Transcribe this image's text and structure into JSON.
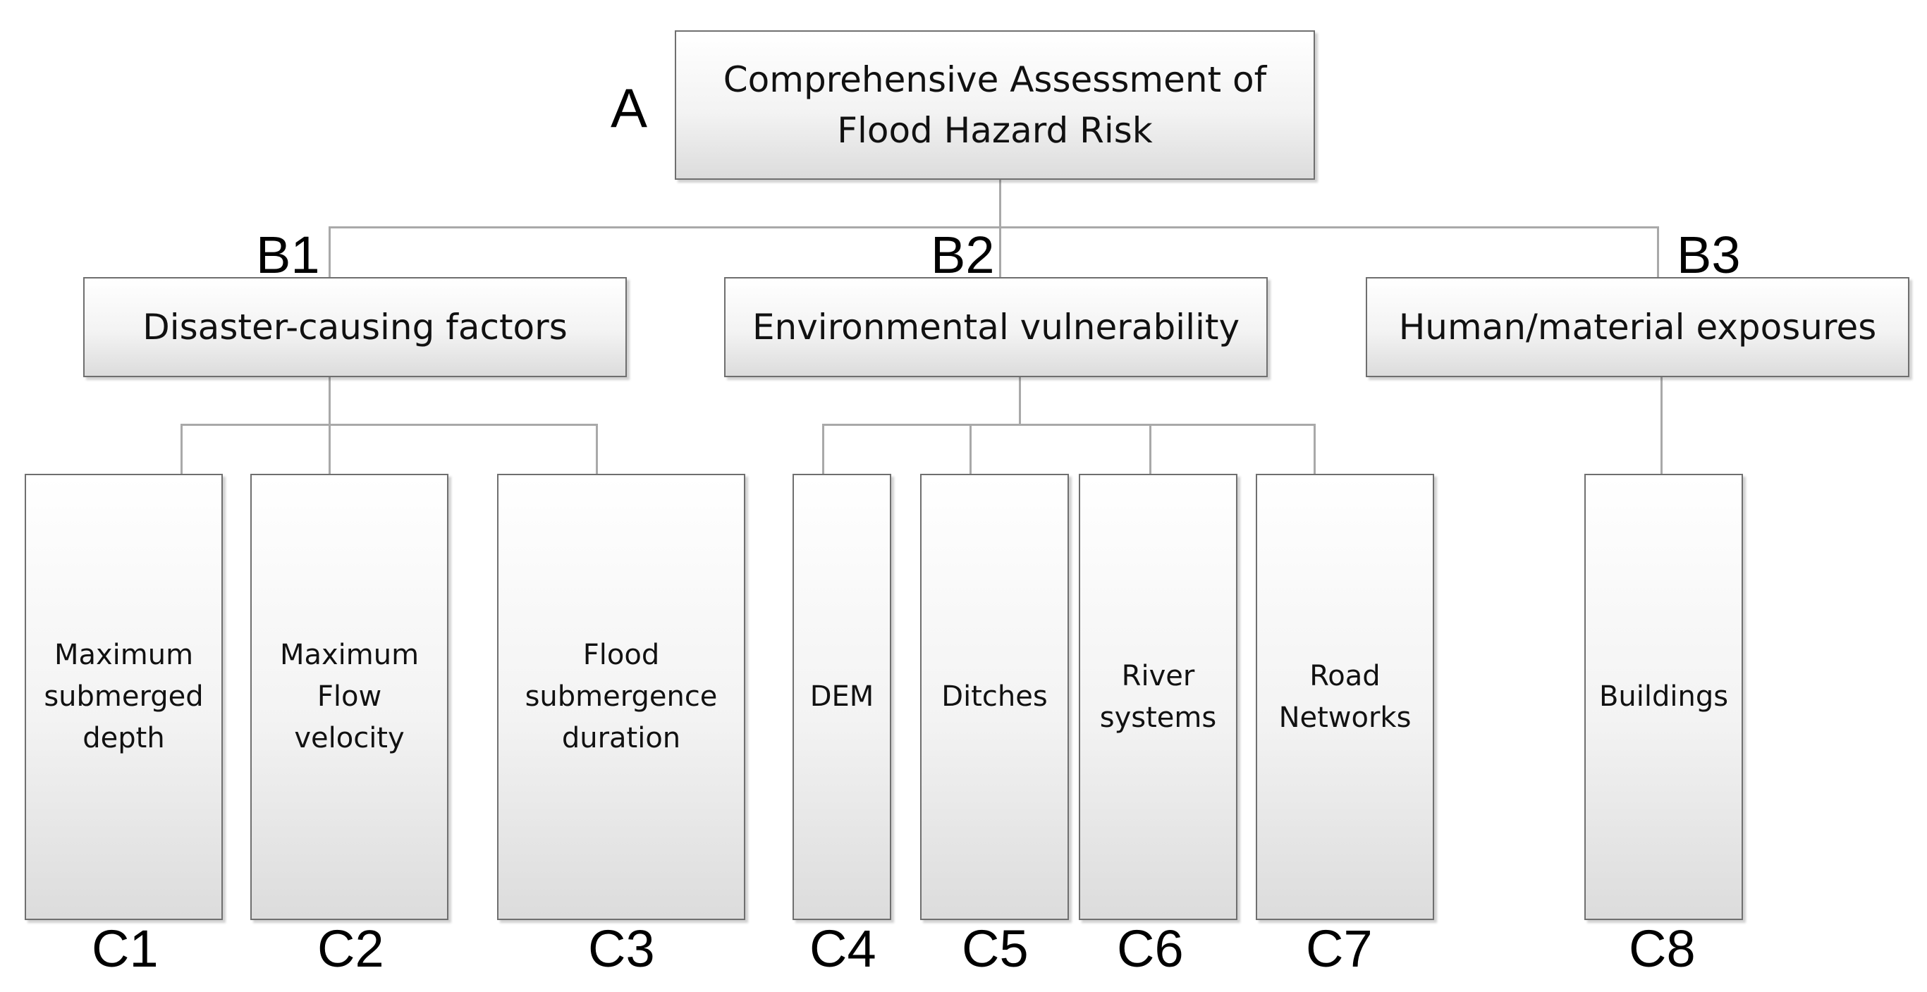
{
  "root": {
    "label": "A",
    "text": "Comprehensive Assessment of\nFlood Hazard Risk"
  },
  "criteria": [
    {
      "label": "B1",
      "text": "Disaster-causing factors"
    },
    {
      "label": "B2",
      "text": "Environmental vulnerability"
    },
    {
      "label": "B3",
      "text": "Human/material exposures"
    }
  ],
  "indicators": [
    {
      "label": "C1",
      "text": "Maximum\nsubmerged\ndepth"
    },
    {
      "label": "C2",
      "text": "Maximum\nFlow\nvelocity"
    },
    {
      "label": "C3",
      "text": "Flood\nsubmergence\nduration"
    },
    {
      "label": "C4",
      "text": "DEM"
    },
    {
      "label": "C5",
      "text": "Ditches"
    },
    {
      "label": "C6",
      "text": "River\nsystems"
    },
    {
      "label": "C7",
      "text": "Road\nNetworks"
    },
    {
      "label": "C8",
      "text": "Buildings"
    }
  ]
}
